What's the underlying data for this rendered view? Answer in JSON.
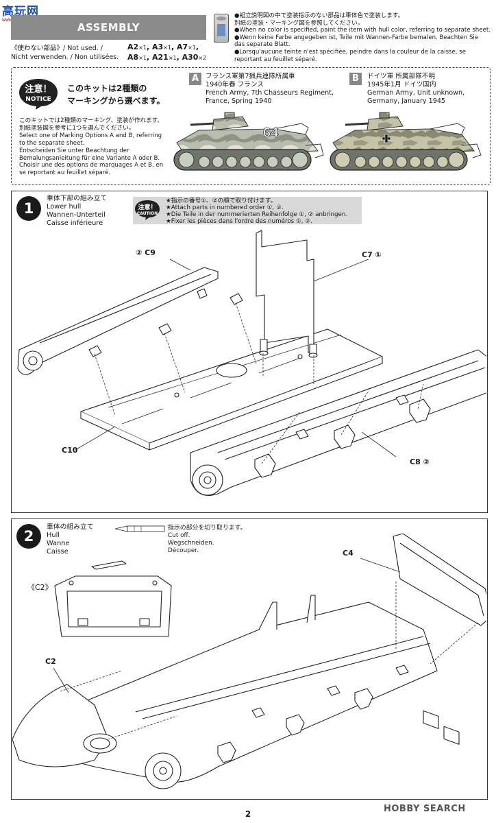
{
  "site_logo": {
    "main": "高玩网",
    "sub": "www.gaowan.com"
  },
  "header": {
    "title": "ASSEMBLY",
    "notes": [
      "●組立説明図の中で塗装指示のない部品は車体色で塗装します。",
      "別紙の塗装・マーキング図を参照してください。",
      "●When no color is specified, paint the item with hull color, referring to separate sheet.",
      "●Wenn keine Farbe angegeben ist, Teile mit Wannen-Farbe bemalen. Beachten Sie",
      "das separate Blatt.",
      "●Lorsqu'aucune teinte n'est spécifiée, peindre dans la couleur de la caisse, se",
      "reportant au feuillet séparé."
    ]
  },
  "unused": {
    "label_lines": [
      "《使わない部品》/ Not used. /",
      "Nicht verwenden. / Non utilisées."
    ],
    "parts_row1": [
      {
        "part": "A2",
        "qty": "×1"
      },
      {
        "part": "A3",
        "qty": "×1"
      },
      {
        "part": "A7",
        "qty": "×1"
      }
    ],
    "parts_row2": [
      {
        "part": "A8",
        "qty": "×1"
      },
      {
        "part": "A21",
        "qty": "×1"
      },
      {
        "part": "A30",
        "qty": "×2"
      }
    ]
  },
  "notice": {
    "badge_jp": "注意！",
    "badge_en": "NOTICE",
    "headline_lines": [
      "このキットは2種類の",
      "マーキングから選べます。"
    ],
    "text_lines": [
      "このキットでは2種類のマーキング、塗装が作れます。",
      "別紙塗装図を参考に1つを選んでください。",
      "Select one of Marking Options A and B, referring",
      "to the separate sheet.",
      "Entscheiden Sie unter Beachtung der",
      "Bemalungsanleitung für eine Variante A oder B.",
      "Choisir une des options de marquages A et B, en",
      "se reportant au feuillet séparé."
    ],
    "option_a": {
      "letter": "A",
      "lines": [
        "フランス軍第7猟兵連隊所属車",
        "1940年春 フランス",
        "French Army, 7th Chasseurs Regiment,",
        "France, Spring 1940"
      ],
      "tank_number": "64"
    },
    "option_b": {
      "letter": "B",
      "lines": [
        "ドイツ軍 所属部隊不明",
        "1945年1月 ドイツ国内",
        "German Army, Unit unknown,",
        "Germany, January 1945"
      ]
    }
  },
  "step1": {
    "number": "1",
    "title_lines": [
      "車体下部の組み立て",
      "Lower hull",
      "Wannen-Unterteil",
      "Caisse inférieure"
    ],
    "caution_jp": "注意！",
    "caution_en": "CAUTION",
    "caution_lines": [
      "★指示の番号①、②の順で取り付けます。",
      "★Attach parts in numbered order ①, ②.",
      "★Die Teile in der nummerierten Reihenfolge ①, ② anbringen.",
      "★Fixer les pièces dans l'ordre des numéros ①, ②."
    ],
    "labels": {
      "c9": "② C9",
      "c7": "C7 ①",
      "c10": "C10",
      "c8": "C8 ②"
    }
  },
  "step2": {
    "number": "2",
    "title_lines": [
      "車体の組み立て",
      "Hull",
      "Wanne",
      "Caisse"
    ],
    "cut_lines": [
      "指示の部分を切り取ります。",
      "Cut off.",
      "Wegschneiden.",
      "Découper."
    ],
    "labels": {
      "c2_detail": "《C2》",
      "c4": "C4",
      "c2": "C2"
    }
  },
  "footer": {
    "page_number": "2",
    "watermark": "HOBBY SEARCH"
  }
}
